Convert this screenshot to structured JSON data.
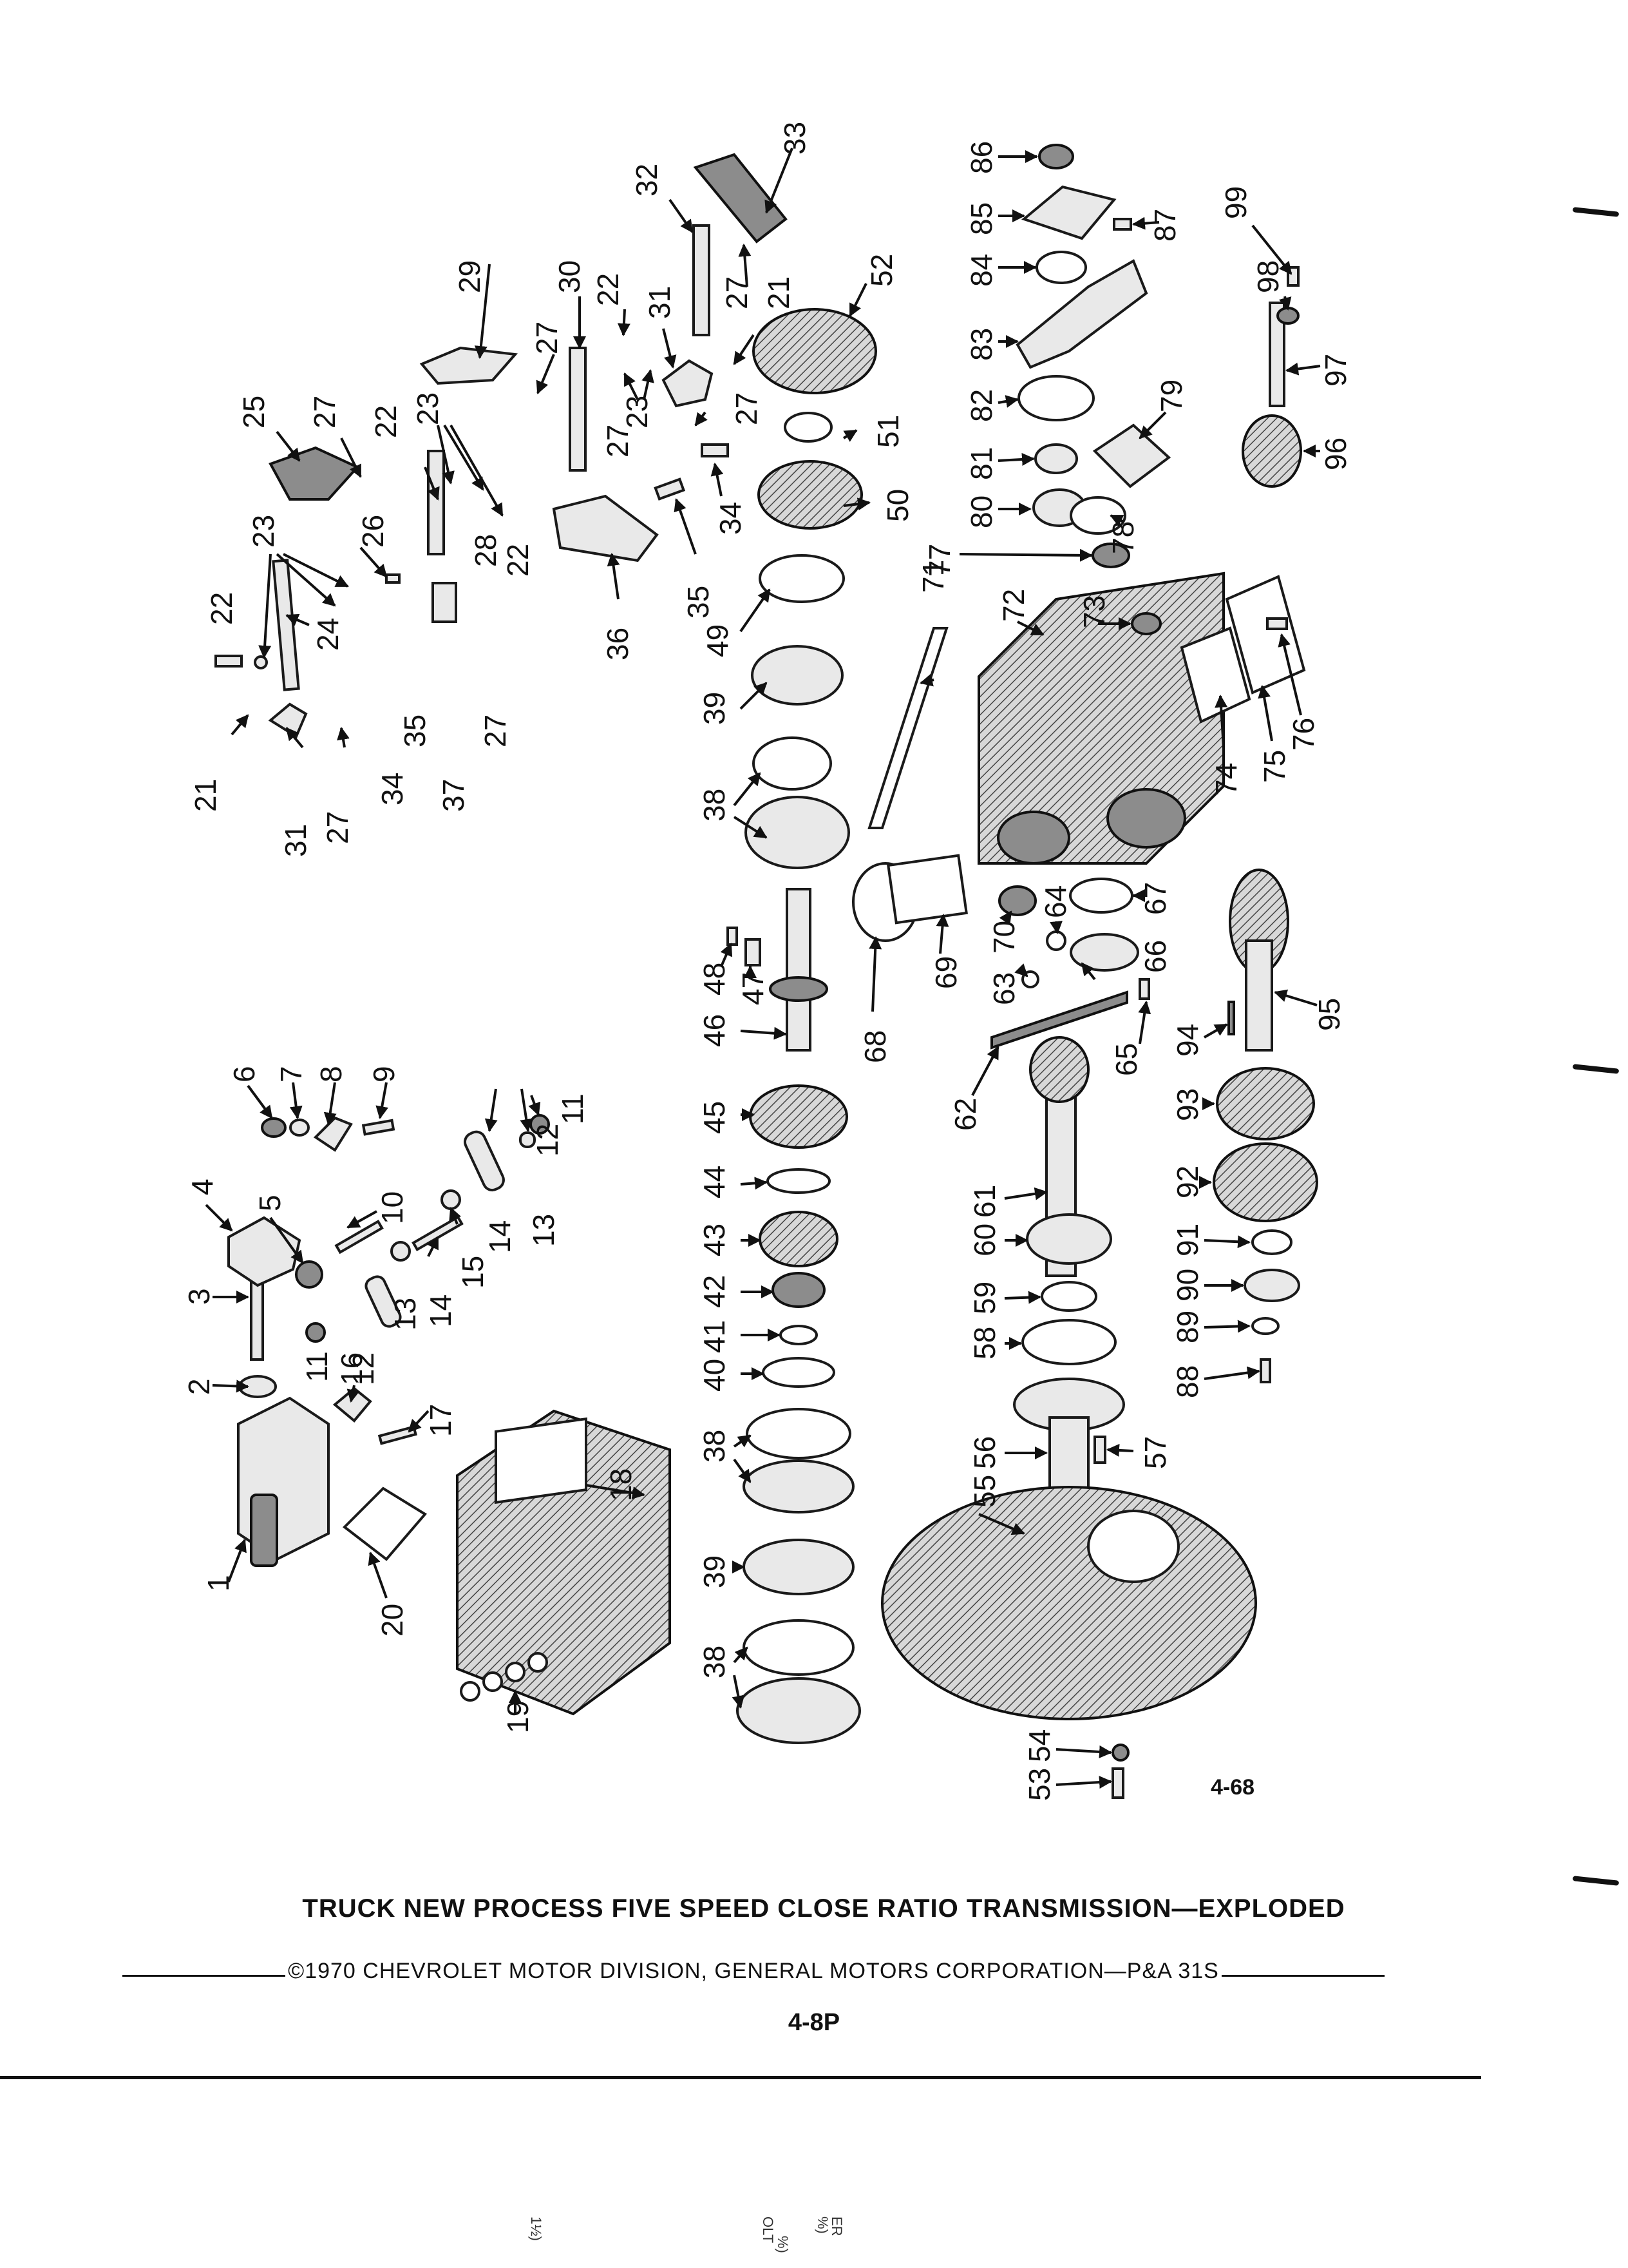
{
  "figure_ref": "4-68",
  "caption": {
    "title": "TRUCK NEW PROCESS FIVE SPEED CLOSE RATIO TRANSMISSION—EXPLODED",
    "copyright": "©1970 CHEVROLET MOTOR DIVISION, GENERAL MOTORS CORPORATION—P&A 31S",
    "page_number": "4-8P"
  },
  "bleed_through": [
    "1½)",
    "OLT",
    "%)",
    "%)",
    "ER"
  ],
  "callouts": {
    "n1": "1",
    "n2": "2",
    "n3": "3",
    "n4": "4",
    "n5": "5",
    "n6": "6",
    "n7": "7",
    "n8": "8",
    "n9": "9",
    "n10": "10",
    "n11a": "11",
    "n11b": "11",
    "n12a": "12",
    "n12b": "12",
    "n13a": "13",
    "n13b": "13",
    "n14a": "14",
    "n14b": "14",
    "n15": "15",
    "n16": "16",
    "n17": "17",
    "n18": "18",
    "n19": "19",
    "n20": "20",
    "n21a": "21",
    "n21b": "21",
    "n22a": "22",
    "n22b": "22",
    "n22c": "22",
    "n22d": "22",
    "n23a": "23",
    "n23b": "23",
    "n23c": "23",
    "n24": "24",
    "n25": "25",
    "n26": "26",
    "n27a": "27",
    "n27b": "27",
    "n27c": "27",
    "n27d": "27",
    "n27e": "27",
    "n27f": "27",
    "n27g": "27",
    "n28": "28",
    "n29": "29",
    "n30": "30",
    "n31a": "31",
    "n31b": "31",
    "n32": "32",
    "n33": "33",
    "n34a": "34",
    "n34b": "34",
    "n35a": "35",
    "n35b": "35",
    "n36": "36",
    "n37": "37",
    "n38a": "38",
    "n38b": "38",
    "n38c": "38",
    "n39a": "39",
    "n39b": "39",
    "n40": "40",
    "n41": "41",
    "n42": "42",
    "n43": "43",
    "n44": "44",
    "n45": "45",
    "n46": "46",
    "n47": "47",
    "n48": "48",
    "n49": "49",
    "n50": "50",
    "n51": "51",
    "n52": "52",
    "n53": "53",
    "n54": "54",
    "n55": "55",
    "n56": "56",
    "n57": "57",
    "n58": "58",
    "n59": "59",
    "n60": "60",
    "n61": "61",
    "n62": "62",
    "n63": "63",
    "n64": "64",
    "n65": "65",
    "n66": "66",
    "n67": "67",
    "n68": "68",
    "n69": "69",
    "n70": "70",
    "n71": "71",
    "n72": "72",
    "n73": "73",
    "n74": "74",
    "n75": "75",
    "n76": "76",
    "n77": "77",
    "n78": "78",
    "n79": "79",
    "n80": "80",
    "n81": "81",
    "n82": "82",
    "n83": "83",
    "n84": "84",
    "n85": "85",
    "n86": "86",
    "n87": "87",
    "n88": "88",
    "n89": "89",
    "n90": "90",
    "n91": "91",
    "n92": "92",
    "n93": "93",
    "n94": "94",
    "n95": "95",
    "n96": "96",
    "n97": "97",
    "n98": "98",
    "n99": "99"
  }
}
